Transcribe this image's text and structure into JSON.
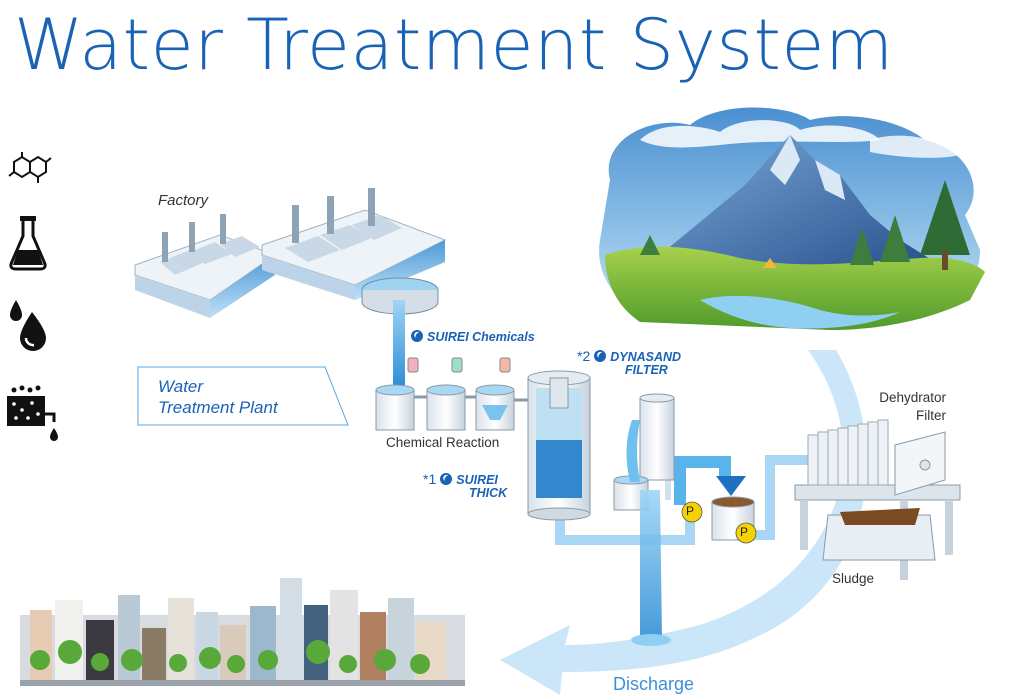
{
  "title": "Water Treatment System",
  "labels": {
    "factory": "Factory",
    "plant_line1": "Water",
    "plant_line2": "Treatment Plant",
    "chemical_reaction": "Chemical Reaction",
    "dehydrator_line1": "Dehydrator",
    "dehydrator_line2": "Filter",
    "sludge": "Sludge",
    "discharge": "Discharge",
    "pump": "P"
  },
  "products": {
    "chemicals": "SUIREI Chemicals",
    "dynasand_marker": "*2",
    "dynasand_line1": "DYNASAND",
    "dynasand_line2": "FILTER",
    "thick_marker": "*1",
    "thick_line1": "SUIREI",
    "thick_line2": "THICK"
  },
  "icons": [
    "molecule-icon",
    "flask-icon",
    "oil-drops-icon",
    "wastewater-tank-icon"
  ],
  "colors": {
    "brand_blue": "#1a62b5",
    "pipe_blue": "#5ab4ec",
    "arrow_blue": "#bfe0f6",
    "pump_yellow": "#f5d200"
  }
}
